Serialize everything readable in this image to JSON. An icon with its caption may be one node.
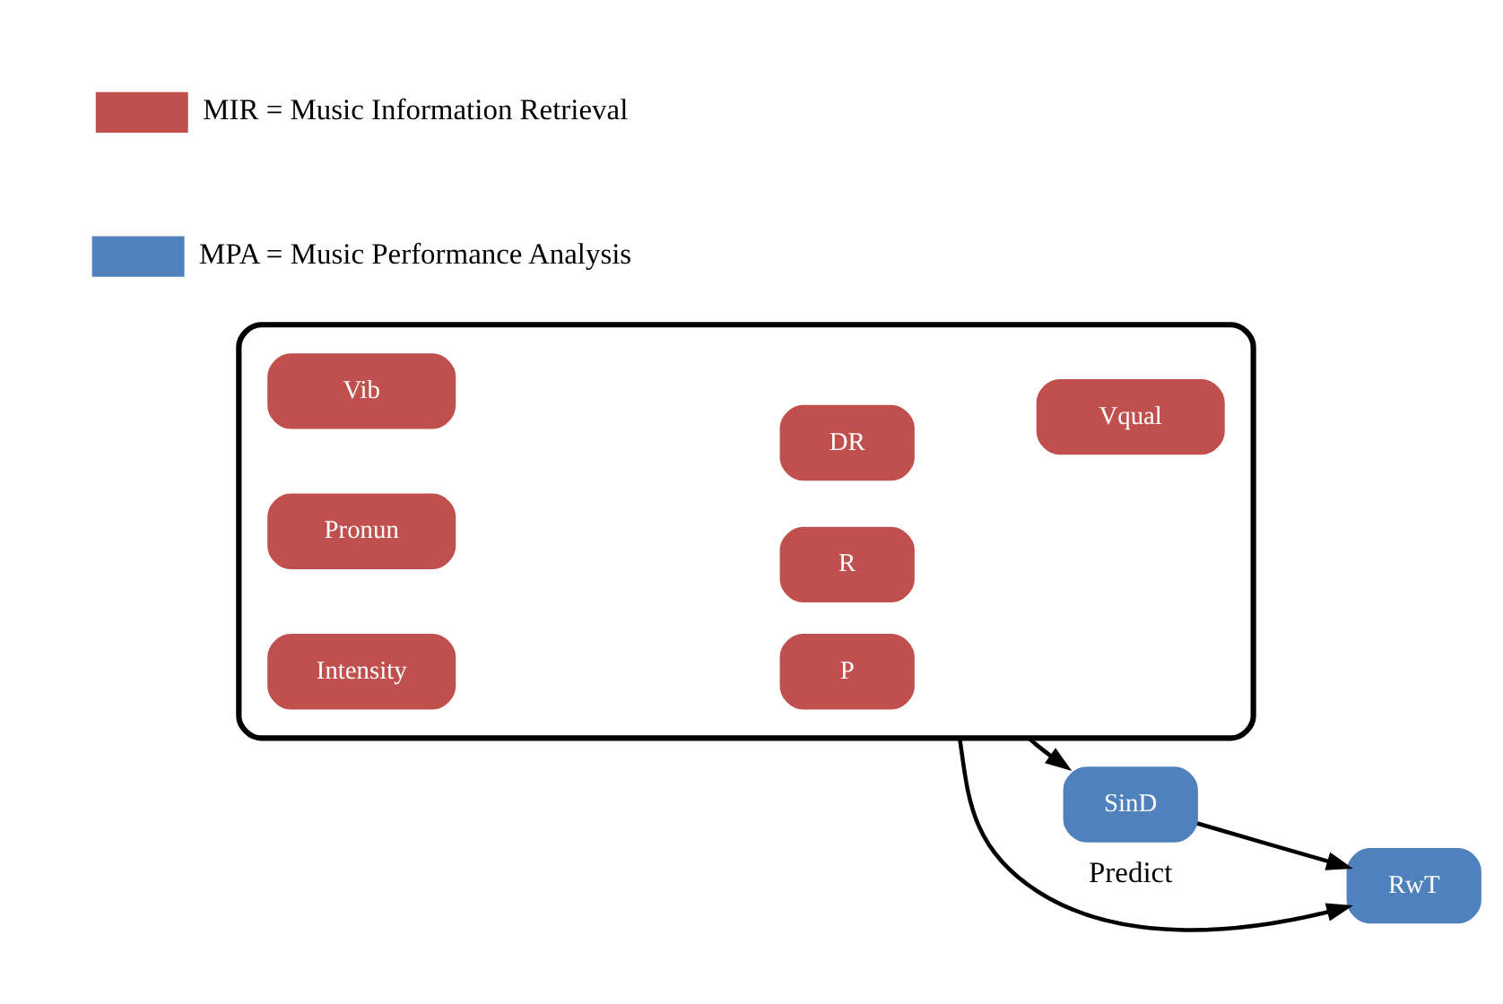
{
  "diagram": {
    "nodes": [
      {
        "text": [],
        "shape": "box"
      },
      {
        "text": [
          "Intensity"
        ],
        "in": 0
      },
      {
        "text": [
          "P"
        ],
        "in": 0
      },
      {
        "text": [
          "Pronun"
        ],
        "in": 0
      },
      {
        "text": [
          "R"
        ],
        "in": 0
      },
      {
        "text": [
          "Vib"
        ],
        "in": 0
      },
      {
        "text": [
          "DR"
        ],
        "in": 0
      },
      {
        "text": [
          "Vqual"
        ],
        "in": 0
      },
      {
        "text": [
          "SinD"
        ]
      },
      {
        "text": [
          "RwT"
        ]
      }
    ],
    "edges": [
      {
        "from": 0,
        "to": 8,
        "arrow": "to"
      },
      {
        "from": 8,
        "to": 9,
        "arrow": "to"
      },
      {
        "from": 0,
        "to": 9,
        "arrow": "to",
        "label": "Predict"
      }
    ],
    "legend": [
      {
        "text": "MIR = Music Information Retrieval",
        "color": "#c0504d"
      },
      {
        "text": "MPA = Music Performance Analysis",
        "color": "#4f81bd"
      }
    ]
  }
}
